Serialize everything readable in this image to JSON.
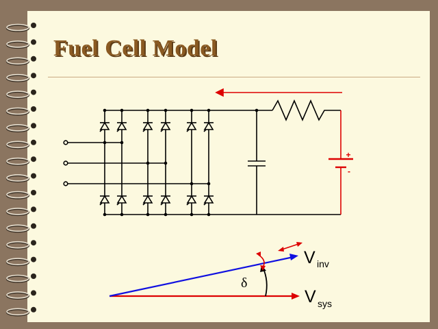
{
  "slide": {
    "title": "Fuel Cell Model",
    "colors": {
      "background": "#8b7560",
      "paper": "#fcf9df",
      "title": "#8a5a22",
      "wire": "#000000",
      "source_wire": "#dd0000",
      "vector_inv": "#1010e0",
      "vector_sys": "#dd0000"
    }
  },
  "circuit": {
    "battery_plus": "+",
    "battery_minus": "-",
    "icons": [
      "three-phase-diode-bridge",
      "dc-link-capacitor",
      "resistor",
      "battery",
      "current-arrow"
    ]
  },
  "phasor": {
    "angle_label": "δ",
    "vinv_main": "V",
    "vinv_sub": "inv",
    "vsys_main": "V",
    "vsys_sub": "sys"
  }
}
